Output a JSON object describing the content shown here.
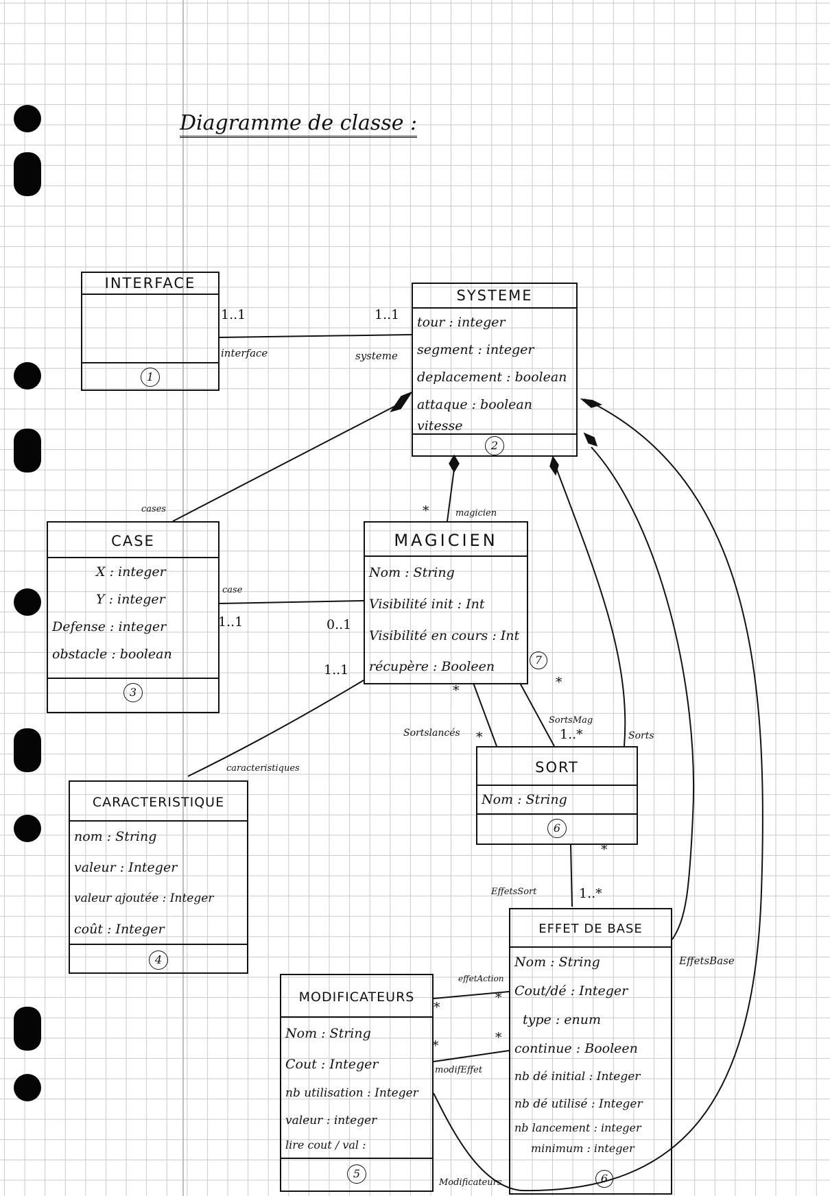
{
  "title": "Diagramme de classe :",
  "classes": {
    "interface": {
      "name": "INTERFACE",
      "attributes": [],
      "number": "1"
    },
    "systeme": {
      "name": "SYSTEME",
      "attributes": [
        "tour : integer",
        "segment : integer",
        "deplacement : boolean",
        "attaque : boolean",
        "vitesse"
      ],
      "number": "2"
    },
    "case": {
      "name": "CASE",
      "attributes": [
        "X : integer",
        "Y : integer",
        "Defense : integer",
        "obstacle : boolean"
      ],
      "number": "3"
    },
    "magicien": {
      "name": "MAGICIEN",
      "attributes": [
        "Nom : String",
        "Visibilité init : Int",
        "Visibilité en cours : Int",
        "récupère : Booleen"
      ],
      "number": "7"
    },
    "caracteristique": {
      "name": "CARACTERISTIQUE",
      "attributes": [
        "nom : String",
        "valeur : Integer",
        "valeur ajoutée : Integer",
        "coût : Integer"
      ],
      "number": "4"
    },
    "sort": {
      "name": "SORT",
      "attributes": [
        "Nom : String"
      ],
      "number": "6"
    },
    "effet": {
      "name": "EFFET DE BASE",
      "attributes": [
        "Nom : String",
        "Cout/dé : Integer",
        "type : enum",
        "continue : Booleen",
        "nb dé initial : Integer",
        "nb dé utilisé : Integer",
        "nb lancement : integer",
        "minimum : integer"
      ],
      "number": "6"
    },
    "modificateurs": {
      "name": "MODIFICATEURS",
      "attributes": [
        "Nom : String",
        "Cout : Integer",
        "nb utilisation : Integer",
        "valeur : integer",
        "lire cout / val :"
      ],
      "number": "5"
    }
  },
  "labels": {
    "interface_mult": "1..1",
    "interface_role": "interface",
    "systeme_mult": "1..1",
    "systeme_role": "systeme",
    "cases_role": "cases",
    "magicien_star": "*",
    "magicien_role": "magicien",
    "case_role": "case",
    "case_mult": "1..1",
    "magicien_case_mult": "0..1",
    "magicien_carac_mult": "1..1",
    "caracteristiques_role": "caracteristiques",
    "magicien_sort_star_1": "*",
    "magicien_sort_star_2": "*",
    "sortslances_role": "Sortslancés",
    "sortslances_star": "*",
    "sortsmag_role": "SortsMag",
    "sortsmag_mult": "1..*",
    "sorts_role": "Sorts",
    "sort_effet_star": "*",
    "effetssort_role": "EffetsSort",
    "effetssort_mult": "1..*",
    "effetsbase_role": "EffetsBase",
    "effetaction_role": "effetAction",
    "effetaction_star_mod": "*",
    "effetaction_star_eff": "*",
    "modifeffet_role": "modifEffet",
    "modifeffet_star_mod": "*",
    "modifeffet_star_eff": "*",
    "modificateurs_role": "Modificateurs"
  }
}
